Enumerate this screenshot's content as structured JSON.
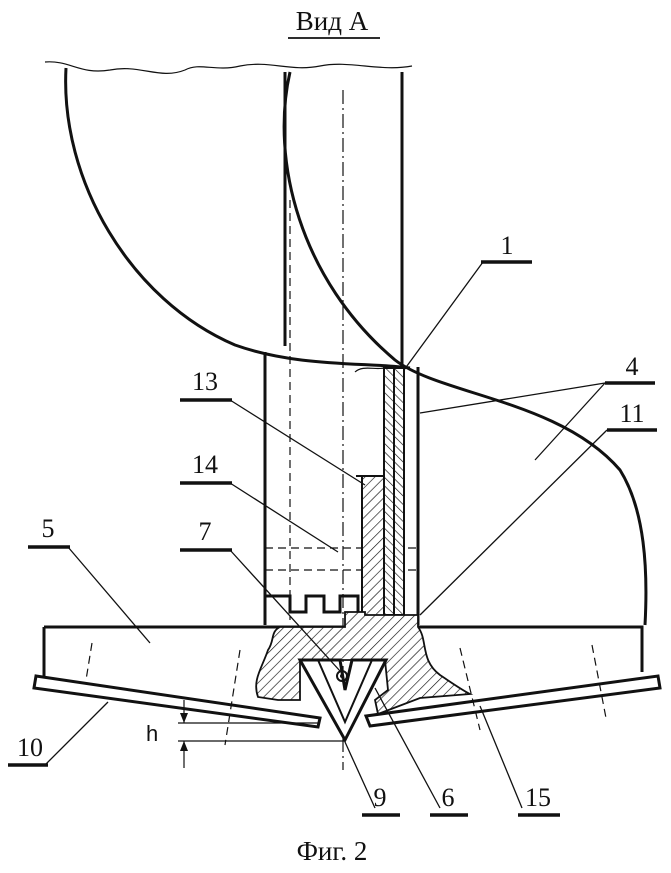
{
  "title": "Вид А",
  "caption": "Фиг. 2",
  "dimension_label": "h",
  "labels": {
    "l1": "1",
    "l4": "4",
    "l5": "5",
    "l6": "6",
    "l7": "7",
    "l9": "9",
    "l10": "10",
    "l11": "11",
    "l13": "13",
    "l14": "14",
    "l15": "15"
  }
}
